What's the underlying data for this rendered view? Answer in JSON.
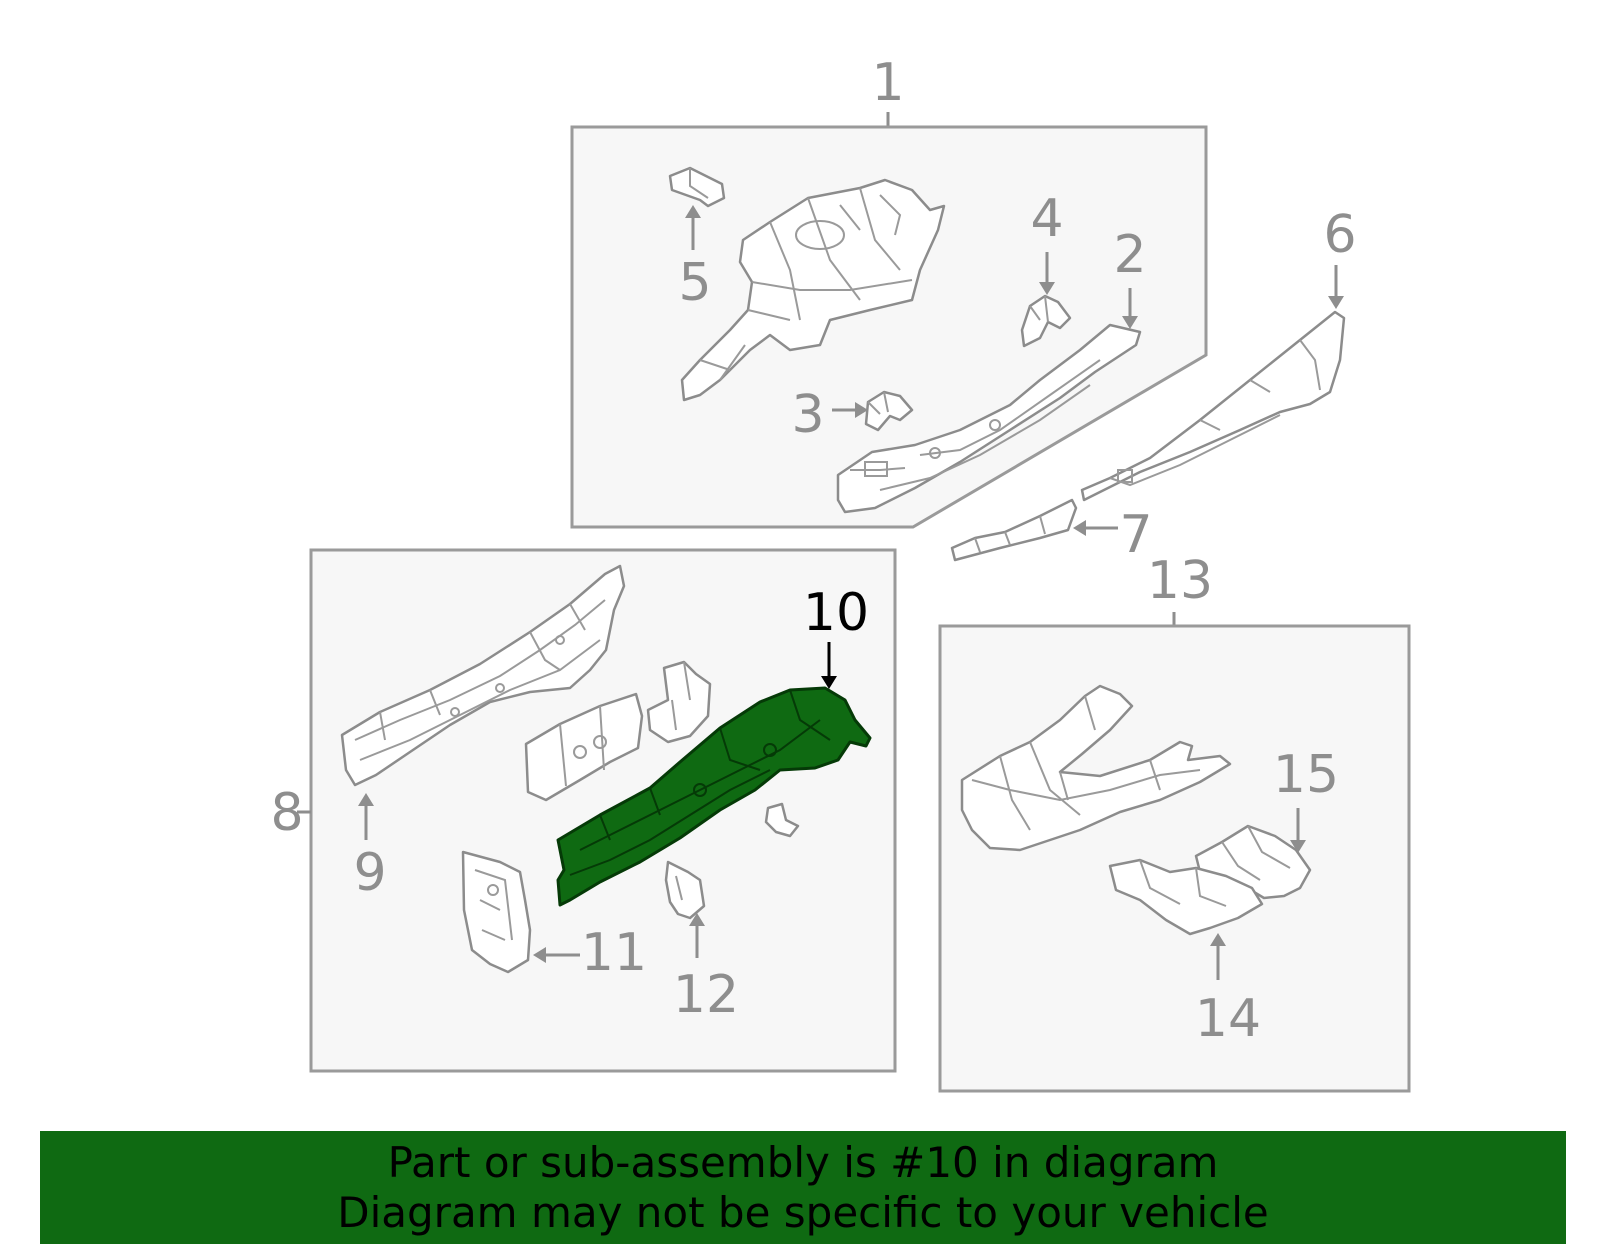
{
  "diagram": {
    "highlighted_callout": "10",
    "colors": {
      "highlight_fill": "#0f6a12",
      "line": "#8e8e8e",
      "box_fill": "#f7f7f7",
      "banner_bg": "#0f6a12"
    },
    "callouts": {
      "c1": "1",
      "c2": "2",
      "c3": "3",
      "c4": "4",
      "c5": "5",
      "c6": "6",
      "c7": "7",
      "c8": "8",
      "c9": "9",
      "c10": "10",
      "c11": "11",
      "c12": "12",
      "c13": "13",
      "c14": "14",
      "c15": "15"
    }
  },
  "banner": {
    "line1": "Part or sub-assembly is #10 in diagram",
    "line2": "Diagram may not be specific to your vehicle"
  }
}
